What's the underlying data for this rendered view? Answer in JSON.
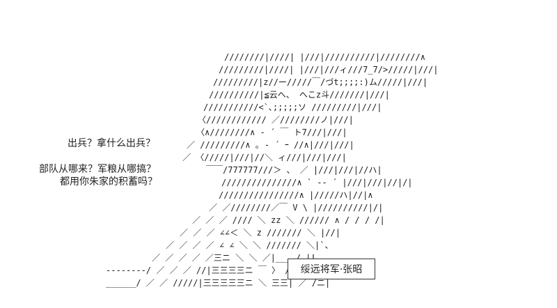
{
  "dialogue": {
    "line1": "出兵？拿什么出兵？",
    "line2": "部队从哪来？军粮从哪搞？",
    "line3": "都用你朱家的积蓄吗？"
  },
  "nameplate": {
    "name": "绥远将军·张昭"
  },
  "art": {
    "row1": "////////|////| |///|//////////|////////∧",
    "row2": "/////////|////| |///|///ィ///7_7/>/////|///|",
    "row3": "/////////|z//ー/////￣/づt;;;;:)ム/////|///|",
    "row4": "//////////|≦云へ、      へこz斗///////|///|",
    "row5": "///////////<`､;;;;;ソ         /////////|///|",
    "row6": "〈////////////              ／////////ノ|///|",
    "row7": "〈∧////////∧          -  ´    ￣ ト7///|///|",
    "row8": "／ /////////∧            ｡ - ´ ｰ     //∧|///|///|",
    "row9": "／ 〈/////|///|//＼              ィ///|///|///|",
    "row10": "￣￣/777777///＞ 、     ／   |///|///|//ハ|",
    "row11": "///////////////∧  `    -‐ ´    |///|///|//|/|",
    "row12": "////////////////∧              |/////ハ|//|∧",
    "row13": "／ ／////////／￣ V   \\             |//////////|/|",
    "row14": "／ ／ ／ ////      ＼ zz ＼        ////// ∧ / / / /|",
    "row15": "／ ／ ／ ∠∠＜         ＼ z        ///////   ＼ |//|",
    "row16": "／ ／ ／ ／ ∠ ∠   ＼       ＼    ///////       ＼|`、",
    "row17": "／ ／ ／ ／ ／三ニ   ＼         ＼  ／|___     /   |!",
    "row18": "--------/ ／ ／ ／ //|三三三三ニ                 ￣ 〉     /     /|",
    "row19": "______/ ／ ／ /////|三三三三三ニ  ＼          三三|    ／     /ニ|",
    "colors": {
      "ink": "#1a1a1a",
      "background": "#ffffff"
    }
  }
}
